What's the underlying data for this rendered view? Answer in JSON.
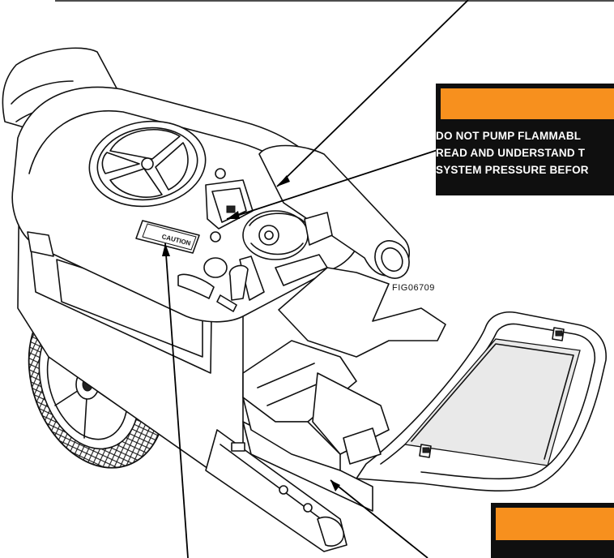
{
  "figure": {
    "id_label": "FIG06709",
    "colors": {
      "label_orange": "#f7901e",
      "label_black": "#0f0f0f",
      "line": "#111111"
    }
  },
  "warning_label_top": {
    "line1": "DO NOT PUMP FLAMMABL",
    "line2": "READ AND UNDERSTAND T",
    "line3": "SYSTEM PRESSURE BEFOR"
  },
  "decal_caution": {
    "text": "CAUTION"
  }
}
